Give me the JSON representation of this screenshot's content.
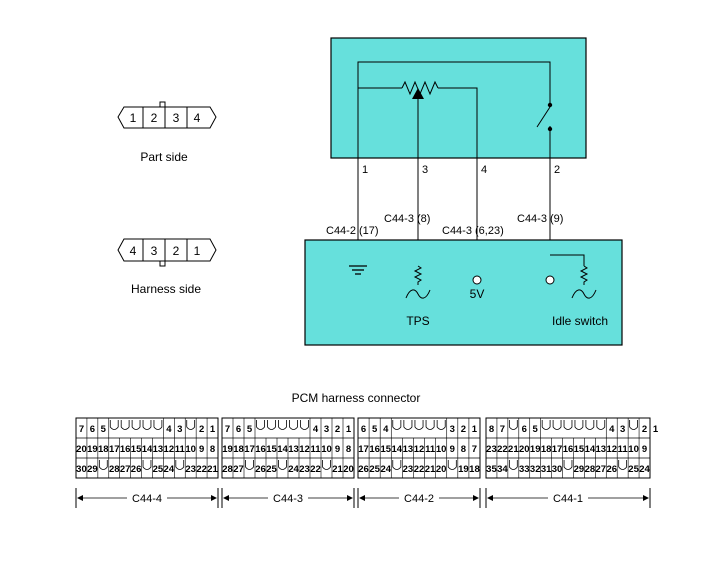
{
  "sensor_pins": [
    "1",
    "2",
    "3",
    "4"
  ],
  "part_side_label": "Part side",
  "harness_pins": [
    "4",
    "3",
    "2",
    "1"
  ],
  "harness_side_label": "Harness side",
  "pin_numbers": [
    "1",
    "3",
    "4",
    "2"
  ],
  "wire_labels": {
    "c44_2": "C44-2  (17)",
    "c44_3_8": "C44-3  (8)",
    "c44_3_6_23": "C44-3  (6,23)",
    "c44_3_9": "C44-3  (9)"
  },
  "labels": {
    "five_v": "5V",
    "tps": "TPS",
    "idle_switch": "Idle switch"
  },
  "pcm_title": "PCM harness connector",
  "connectors": [
    {
      "name": "C44-4",
      "rows": [
        [
          "7",
          "6",
          "5",
          "",
          "",
          "",
          "",
          "",
          "4",
          "3",
          "",
          "2",
          "1"
        ],
        [
          "20",
          "19",
          "18",
          "17",
          "16",
          "15",
          "14",
          "13",
          "12",
          "11",
          "10",
          "9",
          "8"
        ],
        [
          "30",
          "29",
          "",
          "28",
          "27",
          "26",
          "",
          "25",
          "24",
          "",
          "23",
          "22",
          "21"
        ]
      ]
    },
    {
      "name": "C44-3",
      "rows": [
        [
          "7",
          "6",
          "5",
          "",
          "",
          "",
          "",
          "",
          "4",
          "3",
          "2",
          "1"
        ],
        [
          "19",
          "18",
          "17",
          "16",
          "15",
          "14",
          "13",
          "12",
          "11",
          "10",
          "9",
          "8"
        ],
        [
          "28",
          "27",
          "",
          "26",
          "25",
          "",
          "24",
          "23",
          "22",
          "",
          "21",
          "20"
        ]
      ]
    },
    {
      "name": "C44-2",
      "rows": [
        [
          "6",
          "5",
          "4",
          "",
          "",
          "",
          "",
          "",
          "3",
          "2",
          "1"
        ],
        [
          "17",
          "16",
          "15",
          "14",
          "13",
          "12",
          "11",
          "10",
          "9",
          "8",
          "7"
        ],
        [
          "26",
          "25",
          "24",
          "",
          "23",
          "22",
          "21",
          "20",
          "",
          "19",
          "18"
        ]
      ]
    },
    {
      "name": "C44-1",
      "rows": [
        [
          "8",
          "7",
          "",
          "6",
          "5",
          "",
          "",
          "",
          "",
          "",
          "",
          "4",
          "3",
          "",
          "2",
          "1"
        ],
        [
          "23",
          "22",
          "21",
          "20",
          "19",
          "18",
          "17",
          "16",
          "15",
          "14",
          "13",
          "12",
          "11",
          "10",
          "9"
        ],
        [
          "35",
          "34",
          "",
          "33",
          "32",
          "31",
          "30",
          "",
          "29",
          "28",
          "27",
          "26",
          "",
          "25",
          "24"
        ]
      ]
    }
  ],
  "colors": {
    "box_fill": "#66e0dc",
    "stroke": "#000000"
  }
}
